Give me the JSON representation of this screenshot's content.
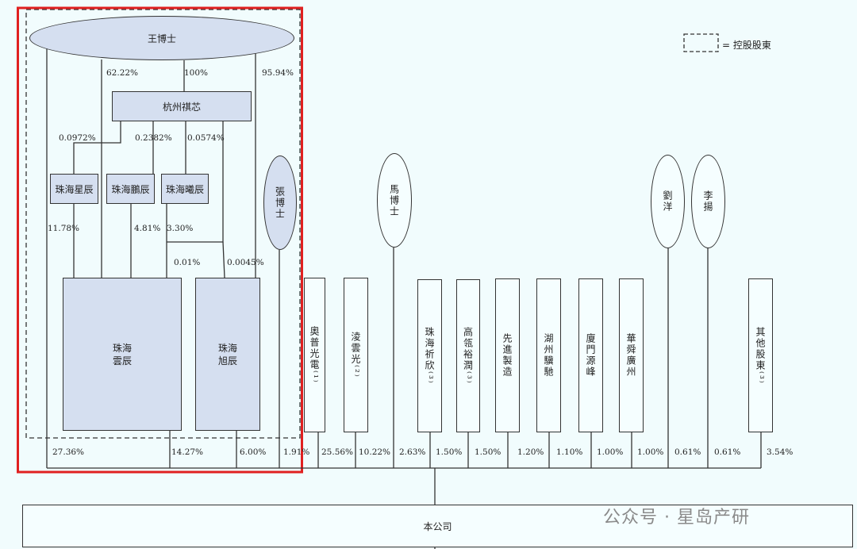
{
  "legend": {
    "label": "= 控股股東"
  },
  "wang": "王博士",
  "hangzhou": "杭州祺芯",
  "zhang": "張博士",
  "ma": "馬博士",
  "liu": "劉洋",
  "li": "李揚",
  "xingchen": "珠海星辰",
  "pengchen": "珠海鵬辰",
  "xichen": "珠海曦辰",
  "yunchen": "珠海\n雲辰",
  "xuchen": "珠海\n旭辰",
  "company": "本公司",
  "watermark": "公众号 · 星岛产研",
  "shareholders": [
    "奧普光電⁽¹⁾",
    "淩雲光⁽²⁾",
    "珠海祈欣⁽³⁾",
    "高瓴裕潤⁽³⁾",
    "先進製造",
    "湖州驥馳",
    "廈門源峰",
    "華舜廣州",
    "其他股東⁽³⁾"
  ],
  "upper_pcts": {
    "wang_yunchen": "62.22%",
    "wang_hangzhou": "100%",
    "wang_xuchen": "95.94%",
    "hz_xingchen": "0.0972%",
    "hz_pengchen": "0.2382%",
    "hz_xichen": "0.0574%",
    "xingchen_yunchen": "11.78%",
    "pengchen_yunchen": "4.81%",
    "xichen_yunchen": "3.30%",
    "hz_yunchen": "0.01%",
    "hz_xuchen": "0.0045%"
  },
  "bottom_pcts": [
    "27.36%",
    "14.27%",
    "6.00%",
    "1.91%",
    "25.56%",
    "10.22%",
    "2.63%",
    "1.50%",
    "1.50%",
    "1.20%",
    "1.10%",
    "1.00%",
    "1.00%",
    "0.61%",
    "0.61%",
    "3.54%"
  ]
}
